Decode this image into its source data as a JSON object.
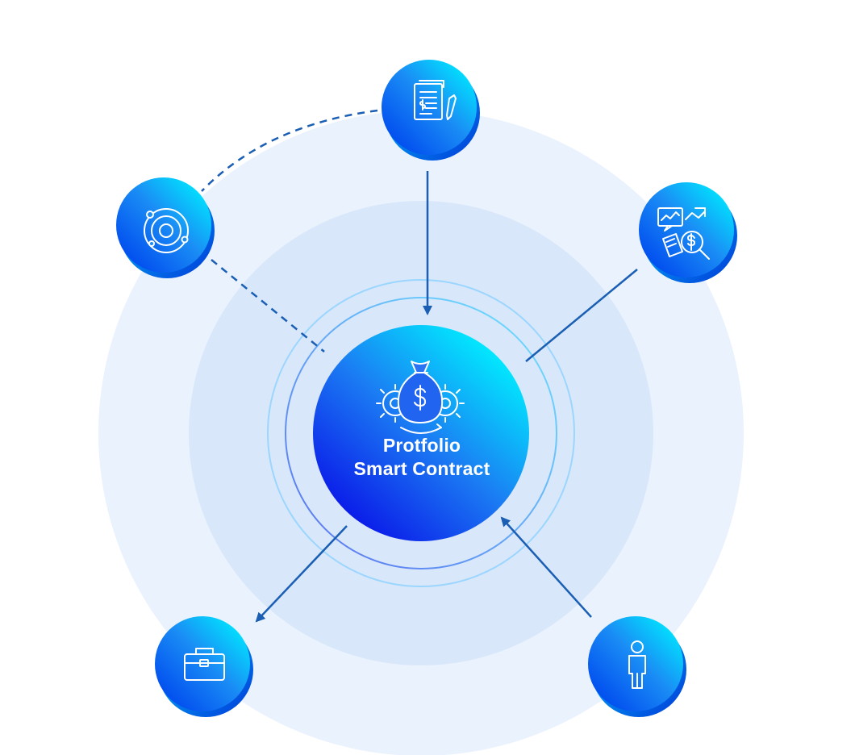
{
  "center": {
    "title_line1": "Protfolio",
    "title_line2": "Smart Contract",
    "icon": "money-bag-gears-icon"
  },
  "nodes": [
    {
      "id": "top",
      "icon": "document-contract-icon"
    },
    {
      "id": "upper-left",
      "icon": "orbit-target-icon"
    },
    {
      "id": "upper-right",
      "icon": "analytics-magnifier-icon"
    },
    {
      "id": "bottom-left",
      "icon": "briefcase-icon"
    },
    {
      "id": "bottom-right",
      "icon": "user-icon"
    }
  ],
  "colors": {
    "outer_circle": "#eaf2fd",
    "inner_circle": "#d8e7fa",
    "arrow": "#1a5fb4",
    "node_gradient_start": "#00e0ff",
    "node_gradient_end": "#0050f0"
  }
}
